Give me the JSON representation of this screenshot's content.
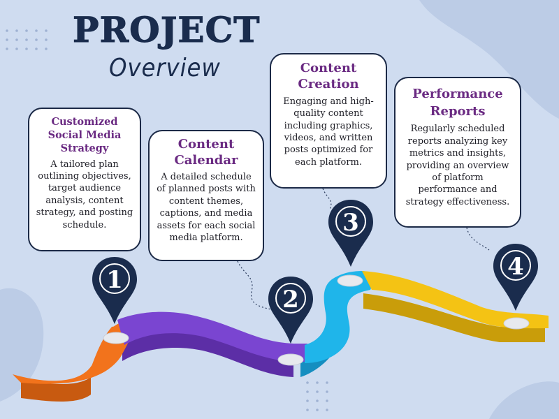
{
  "title": {
    "line1": "PROJECT",
    "line2": "Overview"
  },
  "steps": [
    {
      "number": "1",
      "heading": "Customized Social Media Strategy",
      "body": "A tailored plan outlining objectives, target audience analysis, content strategy, and posting schedule."
    },
    {
      "number": "2",
      "heading": "Content Calendar",
      "body": "A detailed schedule of planned posts with content themes, captions, and media assets for each social media platform."
    },
    {
      "number": "3",
      "heading": "Content Creation",
      "body": "Engaging and high-quality content including graphics, videos, and written posts optimized for each platform."
    },
    {
      "number": "4",
      "heading": "Performance Reports",
      "body": "Regularly scheduled reports analyzing key metrics and insights, providing an overview of platform performance and strategy effectiveness."
    }
  ],
  "colors": {
    "background": "#cfdcf0",
    "navy": "#1a2c4d",
    "heading_purple": "#6a2a82",
    "road_orange": "#f2731c",
    "road_purple": "#7a45d1",
    "road_cyan": "#1fb5ea",
    "road_yellow": "#f4c314"
  }
}
